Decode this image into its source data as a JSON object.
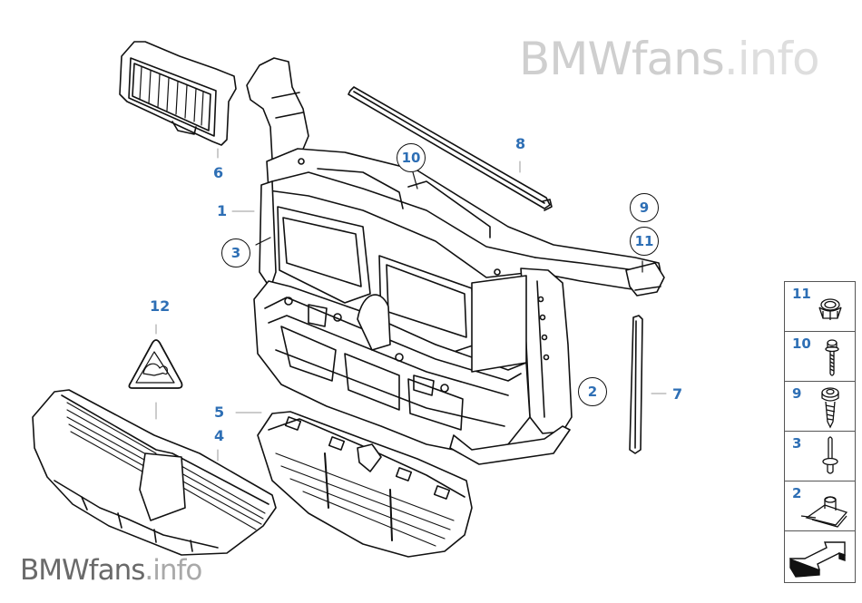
{
  "watermark": {
    "top_main": "BMWfans",
    "top_suffix": ".info",
    "bottom_main": "BMWfans",
    "bottom_suffix": ".info"
  },
  "colors": {
    "label_blue": "#2e6fb5",
    "line": "#111111",
    "watermark_light": "#cfcfcf",
    "watermark_dark": "#6a6a6a"
  },
  "callouts": {
    "plain": [
      {
        "id": "1",
        "text": "1",
        "part": "front-panel-carrier"
      },
      {
        "id": "4",
        "text": "4",
        "part": "lower-air-duct"
      },
      {
        "id": "5",
        "text": "5",
        "part": "air-flap-grille"
      },
      {
        "id": "6",
        "text": "6",
        "part": "air-inlet-grille"
      },
      {
        "id": "7",
        "text": "7",
        "part": "vertical-seal-strip"
      },
      {
        "id": "8",
        "text": "8",
        "part": "upper-seal-strip"
      },
      {
        "id": "12",
        "text": "12",
        "part": "warning-label"
      }
    ],
    "circled": [
      {
        "id": "c2",
        "text": "2"
      },
      {
        "id": "c3",
        "text": "3"
      },
      {
        "id": "c9",
        "text": "9"
      },
      {
        "id": "c10",
        "text": "10"
      },
      {
        "id": "c11",
        "text": "11"
      }
    ]
  },
  "legend": {
    "items": [
      {
        "number": "11",
        "icon": "hex-nut-icon"
      },
      {
        "number": "10",
        "icon": "hex-bolt-icon"
      },
      {
        "number": "9",
        "icon": "tapping-screw-icon"
      },
      {
        "number": "3",
        "icon": "expanding-rivet-icon"
      },
      {
        "number": "2",
        "icon": "clip-nut-icon"
      }
    ],
    "nav_icon": "next-arrow-icon"
  }
}
